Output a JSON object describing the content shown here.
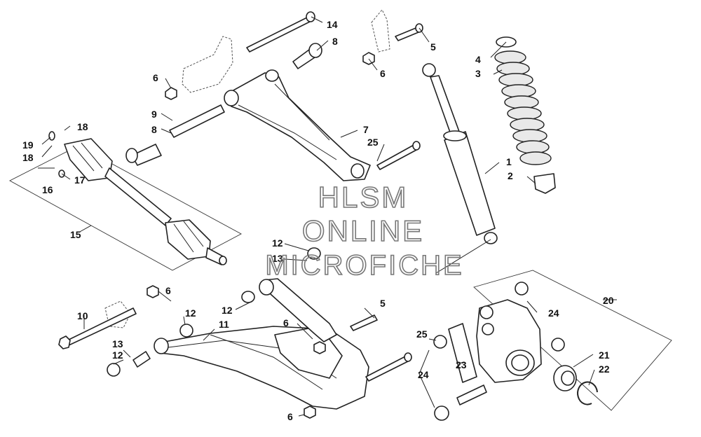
{
  "watermark": {
    "line1": "HLSM",
    "line2": "ONLINE",
    "line3": "MICROFICHE"
  },
  "callouts": {
    "c14": "14",
    "c8a": "8",
    "c5a": "5",
    "c6a": "6",
    "c6b": "6",
    "c4": "4",
    "c3": "3",
    "c9": "9",
    "c8b": "8",
    "c18a": "18",
    "c19": "19",
    "c18b": "18",
    "c7": "7",
    "c25a": "25",
    "c1": "1",
    "c2": "2",
    "c17": "17",
    "c16": "16",
    "c15": "15",
    "c12a": "12",
    "c13a": "13",
    "c6c": "6",
    "c20": "20",
    "c5b": "5",
    "c12b": "12",
    "c10": "10",
    "c12c": "12",
    "c11": "11",
    "c6d": "6",
    "c24a": "24",
    "c25b": "25",
    "c13b": "13",
    "c12d": "12",
    "c23": "23",
    "c24b": "24",
    "c21": "21",
    "c22": "22",
    "c6e": "6"
  }
}
